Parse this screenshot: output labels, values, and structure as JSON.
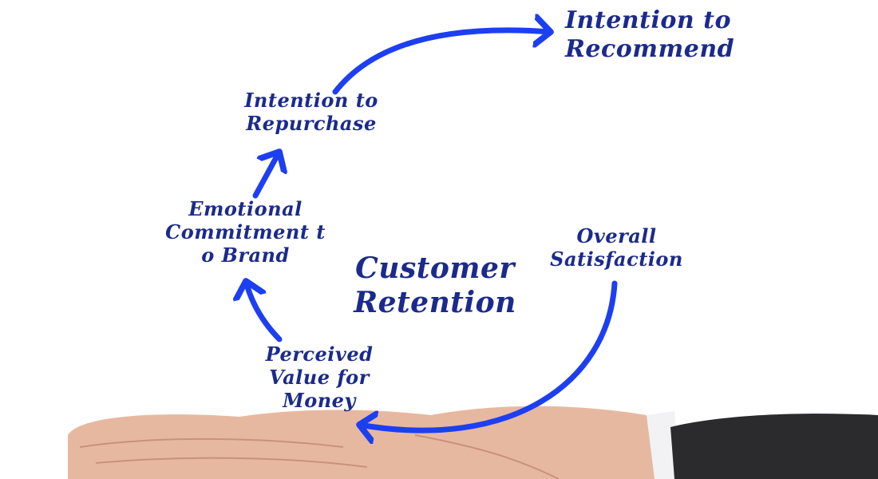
{
  "center": {
    "line1": "Customer",
    "line2": "Retention"
  },
  "stages": {
    "recommend": {
      "line1": "Intention to",
      "line2": "Recommend"
    },
    "repurchase": {
      "line1": "Intention to",
      "line2": "Repurchase"
    },
    "emotional": {
      "line1": "Emotional",
      "line2": "Commitment t",
      "line3": "o Brand"
    },
    "satisfaction": {
      "line1": "Overall",
      "line2": "Satisfaction"
    },
    "value": {
      "line1": "Perceived",
      "line2": "Value for",
      "line3": "Money"
    }
  },
  "colors": {
    "text": "#1b2a8c",
    "arrow": "#1d3ff2",
    "skin": "#e8b9a2",
    "sleeve": "#2b2b2e"
  }
}
